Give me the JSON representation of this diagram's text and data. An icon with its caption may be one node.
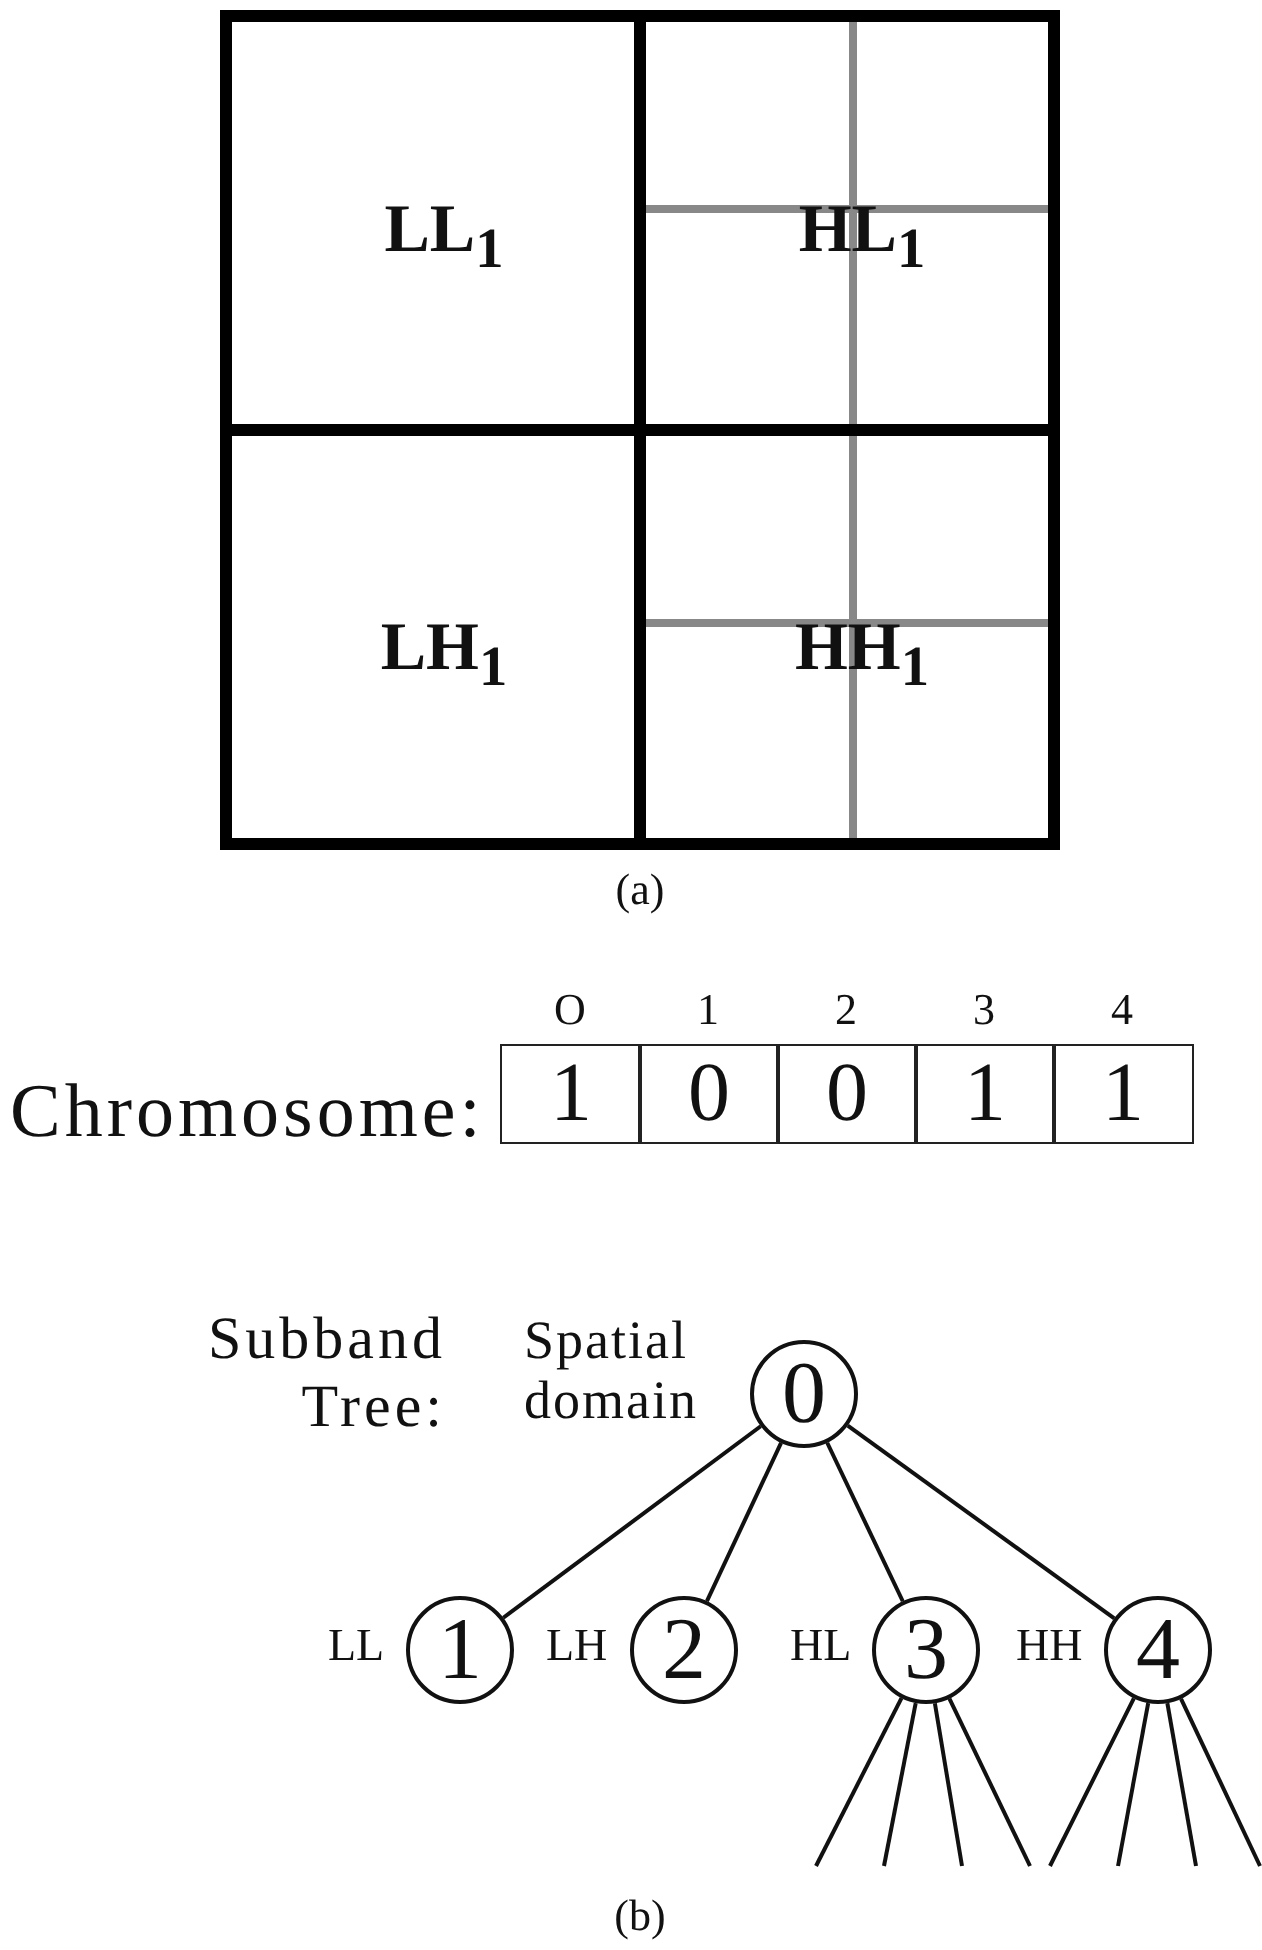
{
  "diagram": {
    "nodes": [
      {
        "text": [
          "LL$_{1}$"
        ]
      },
      {
        "text": [
          "HL$_{1}$"
        ]
      },
      {
        "text": [
          "LH$_{1}$"
        ]
      },
      {
        "text": [
          "HH$_{1}$"
        ]
      },
      {
        "text": [
          "1"
        ],
        "beside": [
          "O"
        ]
      },
      {
        "text": [
          "0"
        ],
        "beside": [
          "1"
        ]
      },
      {
        "text": [
          "0"
        ],
        "beside": [
          "2"
        ]
      },
      {
        "text": [
          "1"
        ],
        "beside": [
          "3"
        ]
      },
      {
        "text": [
          "1"
        ],
        "beside": [
          "4"
        ]
      },
      {
        "text": [
          "0"
        ],
        "beside": [
          "Spatial domain"
        ]
      },
      {
        "text": [
          "1"
        ],
        "beside": [
          "LL"
        ]
      },
      {
        "text": [
          "2"
        ],
        "beside": [
          "LH"
        ]
      },
      {
        "text": [
          "3"
        ],
        "beside": [
          "HL"
        ]
      },
      {
        "text": [
          "4"
        ],
        "beside": [
          "HH"
        ]
      }
    ],
    "edges": [
      {
        "from": 9,
        "to": 10,
        "arrow": "none"
      },
      {
        "from": 9,
        "to": 11,
        "arrow": "none"
      },
      {
        "from": 9,
        "to": 12,
        "arrow": "none"
      },
      {
        "from": 9,
        "to": 13,
        "arrow": "none"
      },
      {
        "from": 12,
        "to": null,
        "arrow": "none"
      },
      {
        "from": 12,
        "to": null,
        "arrow": "none"
      },
      {
        "from": 12,
        "to": null,
        "arrow": "none"
      },
      {
        "from": 12,
        "to": null,
        "arrow": "none"
      },
      {
        "from": 13,
        "to": null,
        "arrow": "none"
      },
      {
        "from": 13,
        "to": null,
        "arrow": "none"
      },
      {
        "from": 13,
        "to": null,
        "arrow": "none"
      },
      {
        "from": 13,
        "to": null,
        "arrow": "none"
      }
    ],
    "labels": [
      "(a)",
      "Chromosome:",
      "Subband Tree:",
      "(b)"
    ]
  }
}
